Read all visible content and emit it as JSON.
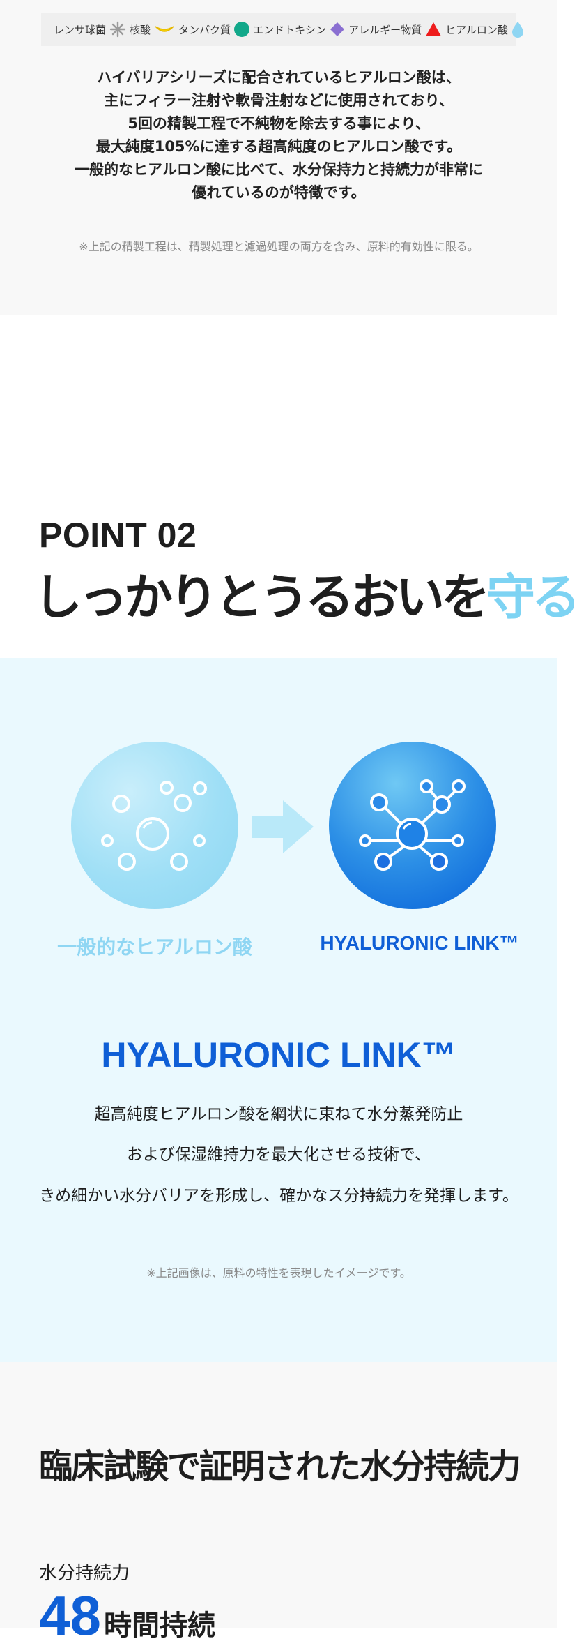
{
  "purity": {
    "legend": [
      {
        "label": "レンサ球菌",
        "icon": "spark-icon"
      },
      {
        "label": "核酸",
        "icon": "banana-icon"
      },
      {
        "label": "タンパク質",
        "icon": "green-circle-icon"
      },
      {
        "label": "エンドトキシン",
        "icon": "purple-diamond-icon"
      },
      {
        "label": "アレルギー物質",
        "icon": "red-triangle-icon"
      },
      {
        "label": "ヒアルロン酸",
        "icon": "water-drop-icon"
      }
    ],
    "body_lines": [
      "ハイバリアシリーズに配合されているヒアルロン酸は、",
      "主にフィラー注射や軟骨注射などに使用されており、",
      "5回の精製工程で不純物を除去する事により、",
      "最大純度105%に達する超高純度のヒアルロン酸です。",
      "一般的なヒアルロン酸に比べて、水分保持力と持続力が非常に",
      "優れているのが特徴です。"
    ],
    "note": "※上記の精製工程は、精製処理と濾過処理の両方を含み、原料的有効性に限る。"
  },
  "point": {
    "label": "POINT 02",
    "title_main": "しっかりとうるおいを",
    "title_accent": "守る"
  },
  "link": {
    "left_caption": "一般的なヒアルロン酸",
    "right_caption": "HYALURONIC LINK™",
    "title": "HYALURONIC LINK™",
    "lines": [
      "超高純度ヒアルロン酸を網状に束ねて水分蒸発防止",
      "および保湿維持力を最大化させる技術で、",
      "きめ細かい水分バリアを形成し、確かなス分持続力を発揮します。"
    ],
    "note": "※上記画像は、原料の特性を表現したイメージです。"
  },
  "clinical": {
    "title": "臨床試験で証明された水分持続力",
    "metric_label": "水分持続力",
    "metric_number": "48",
    "metric_unit": "時間持続"
  },
  "colors": {
    "accent_blue": "#0f5fd6",
    "accent_light": "#7dd3f3",
    "section_tint": "#eaf9fe"
  }
}
